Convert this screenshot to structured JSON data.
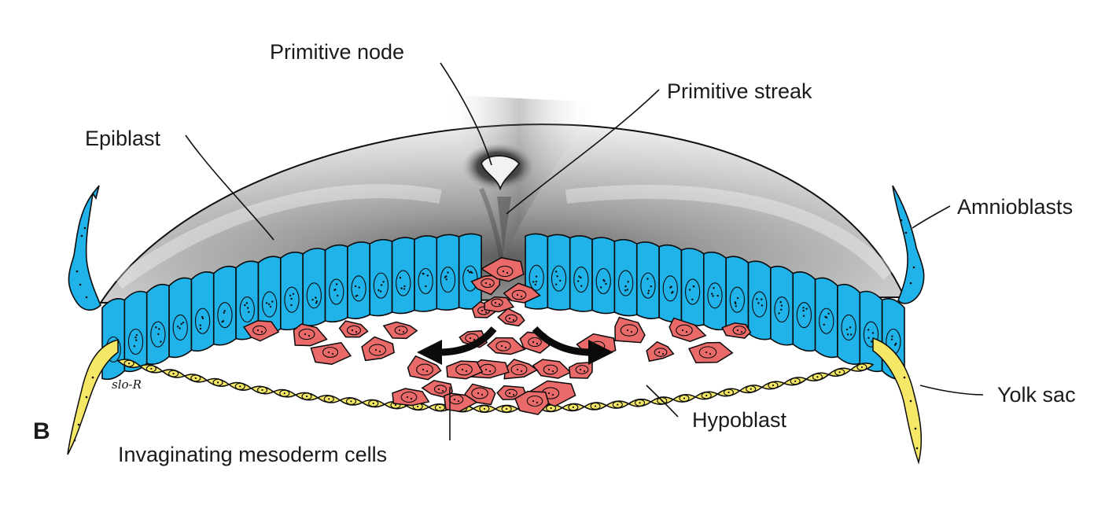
{
  "figure": {
    "panel_letter": "B",
    "signature": "slo-R",
    "labels": {
      "primitive_node": "Primitive node",
      "primitive_streak": "Primitive streak",
      "epiblast": "Epiblast",
      "amnioblasts": "Amnioblasts",
      "yolk_sac": "Yolk sac",
      "hypoblast": "Hypoblast",
      "invaginating_mesoderm": "Invaginating mesoderm cells"
    },
    "colors": {
      "epiblast": "#1fb3ea",
      "mesoderm": "#ea6a6a",
      "hypoblast": "#f4e866",
      "streak_surface": "#9a9a9a"
    }
  }
}
